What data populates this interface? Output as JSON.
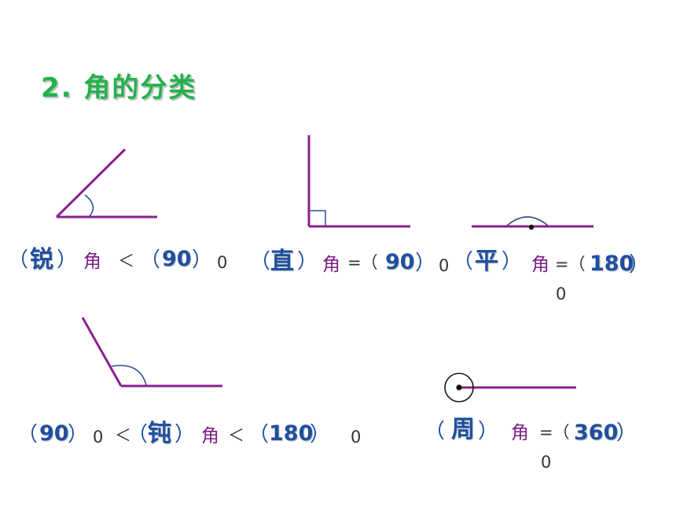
{
  "title": "2. 角的分类",
  "rows": {
    "acute": {
      "open": "（",
      "answer": "锐",
      "close": "）",
      "word": "角",
      "rel": "＜",
      "bound_open": "（",
      "bound": "90",
      "bound_close": "）",
      "unit": "0"
    },
    "right": {
      "open": "（",
      "answer": "直",
      "close": "）",
      "word": "角",
      "rel": "=（",
      "bound": "90",
      "bound_close": "）",
      "unit": "0"
    },
    "straight": {
      "open": "（",
      "answer": "平",
      "close": "）",
      "word": "角",
      "rel": "=（",
      "bound": "180",
      "bound_close": "）",
      "unit": "0"
    },
    "obtuse": {
      "lower_open": "（",
      "lower": "90",
      "lower_close": "）",
      "lower_unit": "0",
      "rel1": "＜",
      "open": "（",
      "answer": "钝",
      "close": "）",
      "word": "角",
      "rel2": "＜",
      "upper_open": "（",
      "upper": "180",
      "upper_close": "）",
      "unit": "0"
    },
    "round": {
      "open": "（",
      "answer": "周",
      "close": "）",
      "word": "角",
      "rel": "=（",
      "bound": "360",
      "bound_close": "）",
      "unit": "0"
    }
  },
  "colors": {
    "title": "#22b24c",
    "line": "#8b1f8f",
    "arc": "#2c4f8a",
    "answer": "#1f4fa0",
    "word": "#7a1f85"
  }
}
